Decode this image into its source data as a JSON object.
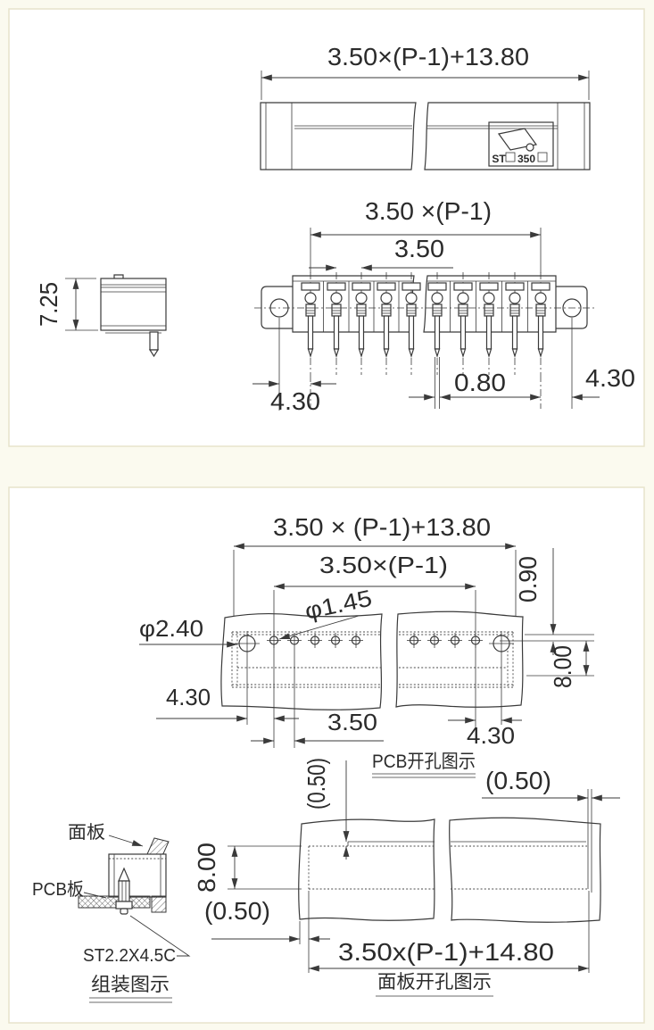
{
  "top_panel": {
    "top_view": {
      "dim_width": "3.50×(P-1)+13.80",
      "logo": {
        "brand_prefix": "ST",
        "brand_series": "350"
      }
    },
    "front_view": {
      "dim_pitch_span": "3.50 ×(P-1)",
      "dim_pitch": "3.50",
      "dim_end_left": "4.30",
      "dim_pin": "0.80",
      "dim_end_right": "4.30"
    },
    "side_view": {
      "dim_height": "7.25"
    }
  },
  "bottom_panel": {
    "pcb_drill": {
      "dim_width": "3.50 × (P-1)+13.80",
      "dim_pitch_span": "3.50×(P-1)",
      "dim_top_offset": "0.90",
      "dia_pin_hole": "φ1.45",
      "dia_mount_hole": "φ2.40",
      "dim_height": "8.00",
      "dim_end_left": "4.30",
      "dim_pitch": "3.50",
      "dim_end_right": "4.30",
      "caption": "PCB开孔图示"
    },
    "panel_cutout": {
      "dim_step": "(0.50)",
      "dim_edge_right": "(0.50)",
      "dim_height": "8.00",
      "dim_edge_left": "(0.50)",
      "dim_width": "3.50x(P-1)+14.80",
      "caption": "面板开孔图示"
    },
    "assembly": {
      "label_front_panel": "面板",
      "label_pcb_board": "PCB板",
      "label_screw_spec": "ST2.2X4.5C",
      "caption": "组装图示"
    }
  }
}
